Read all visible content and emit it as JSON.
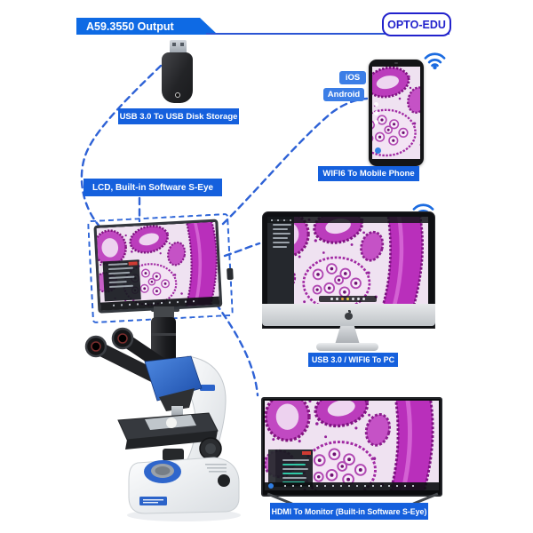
{
  "header": {
    "title": "A59.3550 Output",
    "brand": "OPTO-EDU"
  },
  "labels": {
    "usb": "USB 3.0 To USB Disk Storage",
    "lcd": "LCD, Built-in Software S-Eye",
    "phone": "WIFI6 To Mobile Phone",
    "ios": "iOS",
    "android": "Android",
    "pc": "USB 3.0 / WIFI6 To PC",
    "monitor": "HDMI To Monitor (Built-in Software S-Eye)"
  },
  "devices": {
    "usb_disk": "USB flash drive",
    "mobile_phone": "smartphone showing microscope image",
    "lcd_screen": "LCD display with built-in S-Eye software (highlighted with dashed border)",
    "pc": "iMac-style desktop PC showing microscope software",
    "hdmi_monitor": "large monitor showing microscope software",
    "microscope": "trinocular biological microscope with camera"
  },
  "icons": {
    "wifi": "wifi-icon"
  },
  "colors": {
    "banner_blue": "#0e6ae4",
    "label_blue": "#1560dd",
    "pill_blue": "#3c7ee6",
    "logo_blue": "#2222cc",
    "dashed_line_blue": "#2e62d6",
    "tissue_magenta": "#b92fbb",
    "tissue_background": "#efe2f1"
  }
}
